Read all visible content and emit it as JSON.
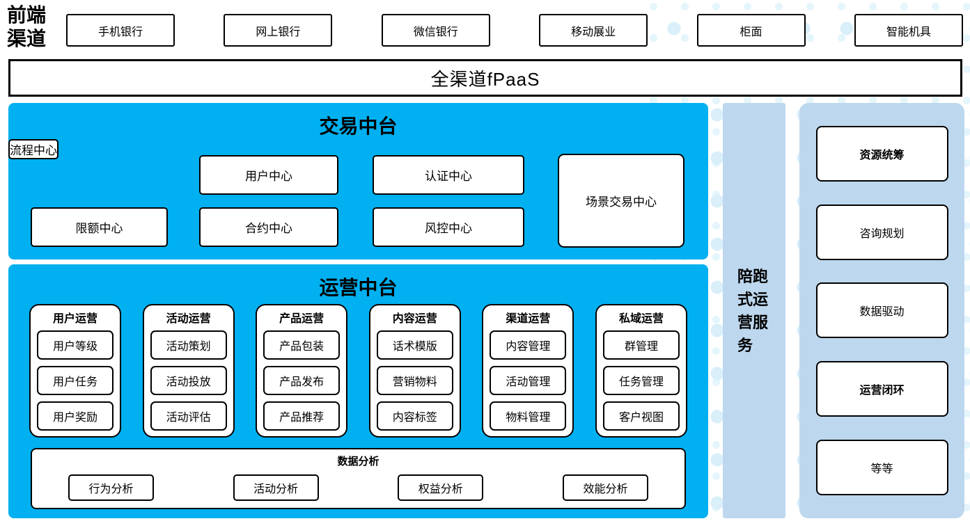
{
  "front_channels": {
    "label": "前端渠道",
    "items": [
      "手机银行",
      "网上银行",
      "微信银行",
      "移动展业",
      "柜面",
      "智能机具"
    ]
  },
  "fpaas": {
    "label": "全渠道fPaaS"
  },
  "trade_platform": {
    "title": "交易中台",
    "boxes": [
      "用户中心",
      "认证中心",
      "限额中心",
      "合约中心",
      "风控中心",
      "流程中心"
    ],
    "tall_box": "场景交易中心"
  },
  "ops_platform": {
    "title": "运营中台",
    "columns": [
      {
        "title": "用户运营",
        "items": [
          "用户等级",
          "用户任务",
          "用户奖励"
        ]
      },
      {
        "title": "活动运营",
        "items": [
          "活动策划",
          "活动投放",
          "活动评估"
        ]
      },
      {
        "title": "产品运营",
        "items": [
          "产品包装",
          "产品发布",
          "产品推荐"
        ]
      },
      {
        "title": "内容运营",
        "items": [
          "话术模版",
          "营销物料",
          "内容标签"
        ]
      },
      {
        "title": "渠道运营",
        "items": [
          "内容管理",
          "活动管理",
          "物料管理"
        ]
      },
      {
        "title": "私域运营",
        "items": [
          "群管理",
          "任务管理",
          "客户视图"
        ]
      }
    ],
    "analysis": {
      "title": "数据分析",
      "items": [
        "行为分析",
        "活动分析",
        "权益分析",
        "效能分析"
      ]
    }
  },
  "service_bar": {
    "label": "陪跑式运营服务"
  },
  "right_panel": {
    "items": [
      {
        "label": "资源统筹",
        "bold": true
      },
      {
        "label": "咨询规划",
        "bold": false
      },
      {
        "label": "数据驱动",
        "bold": false
      },
      {
        "label": "运营闭环",
        "bold": true
      },
      {
        "label": "等等",
        "bold": false
      }
    ]
  },
  "colors": {
    "primary_blue": "#00b0f0",
    "light_blue": "#bdd7ee",
    "dot_blue": "#d9effa",
    "border": "#000000"
  }
}
